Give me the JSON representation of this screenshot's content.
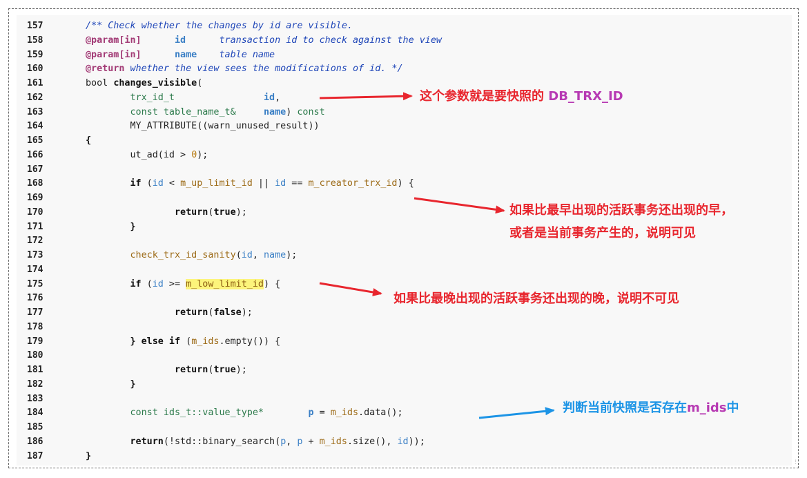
{
  "code": {
    "lines": [
      {
        "num": "157",
        "tokens": [
          [
            "/** Check whether the changes by id are visible.",
            "comment"
          ]
        ]
      },
      {
        "num": "158",
        "tokens": [
          [
            "@param[in]",
            "tag"
          ],
          [
            "      ",
            "plain"
          ],
          [
            "id",
            "param"
          ],
          [
            "      transaction id to check against the view",
            "comment"
          ]
        ]
      },
      {
        "num": "159",
        "tokens": [
          [
            "@param[in]",
            "tag"
          ],
          [
            "      ",
            "plain"
          ],
          [
            "name",
            "param"
          ],
          [
            "    table name",
            "comment"
          ]
        ]
      },
      {
        "num": "160",
        "tokens": [
          [
            "@return",
            "tag"
          ],
          [
            " whether the view sees the modifications of id. */",
            "comment"
          ]
        ]
      },
      {
        "num": "161",
        "tokens": [
          [
            "bool ",
            "plain"
          ],
          [
            "changes_visible",
            "fn"
          ],
          [
            "(",
            "plain"
          ]
        ]
      },
      {
        "num": "162",
        "tokens": [
          [
            "        ",
            "plain"
          ],
          [
            "trx_id_t",
            "type"
          ],
          [
            "                ",
            "plain"
          ],
          [
            "id",
            "param"
          ],
          [
            ",",
            "plain"
          ]
        ]
      },
      {
        "num": "163",
        "tokens": [
          [
            "        ",
            "plain"
          ],
          [
            "const table_name_t&",
            "type"
          ],
          [
            "     ",
            "plain"
          ],
          [
            "name",
            "param"
          ],
          [
            ") ",
            "plain"
          ],
          [
            "const",
            "type"
          ]
        ]
      },
      {
        "num": "164",
        "tokens": [
          [
            "        ",
            "plain"
          ],
          [
            "MY_ATTRIBUTE((warn_unused_result))",
            "plain"
          ]
        ]
      },
      {
        "num": "165",
        "tokens": [
          [
            "{",
            "kw"
          ]
        ]
      },
      {
        "num": "166",
        "tokens": [
          [
            "        ",
            "plain"
          ],
          [
            "ut_ad(id > ",
            "plain"
          ],
          [
            "0",
            "num"
          ],
          [
            ");",
            "plain"
          ]
        ]
      },
      {
        "num": "167",
        "tokens": []
      },
      {
        "num": "168",
        "tokens": [
          [
            "        ",
            "plain"
          ],
          [
            "if",
            "kw"
          ],
          [
            " (",
            "plain"
          ],
          [
            "id",
            "var"
          ],
          [
            " < ",
            "plain"
          ],
          [
            "m_up_limit_id",
            "member"
          ],
          [
            " || ",
            "plain"
          ],
          [
            "id",
            "var"
          ],
          [
            " == ",
            "plain"
          ],
          [
            "m_creator_trx_id",
            "member"
          ],
          [
            ") {",
            "plain"
          ]
        ]
      },
      {
        "num": "169",
        "tokens": []
      },
      {
        "num": "170",
        "tokens": [
          [
            "                ",
            "plain"
          ],
          [
            "return",
            "kw"
          ],
          [
            "(",
            "plain"
          ],
          [
            "true",
            "kw"
          ],
          [
            ");",
            "plain"
          ]
        ]
      },
      {
        "num": "171",
        "tokens": [
          [
            "        ",
            "plain"
          ],
          [
            "}",
            "kw"
          ]
        ]
      },
      {
        "num": "172",
        "tokens": []
      },
      {
        "num": "173",
        "tokens": [
          [
            "        ",
            "plain"
          ],
          [
            "check_trx_id_sanity",
            "member"
          ],
          [
            "(",
            "plain"
          ],
          [
            "id",
            "var"
          ],
          [
            ", ",
            "plain"
          ],
          [
            "name",
            "var"
          ],
          [
            ");",
            "plain"
          ]
        ]
      },
      {
        "num": "174",
        "tokens": []
      },
      {
        "num": "175",
        "tokens": [
          [
            "        ",
            "plain"
          ],
          [
            "if",
            "kw"
          ],
          [
            " (",
            "plain"
          ],
          [
            "id",
            "var"
          ],
          [
            " >= ",
            "plain"
          ],
          [
            "m_low_limit_id",
            "hl"
          ],
          [
            ") {",
            "plain"
          ]
        ]
      },
      {
        "num": "176",
        "tokens": []
      },
      {
        "num": "177",
        "tokens": [
          [
            "                ",
            "plain"
          ],
          [
            "return",
            "kw"
          ],
          [
            "(",
            "plain"
          ],
          [
            "false",
            "kw"
          ],
          [
            ");",
            "plain"
          ]
        ]
      },
      {
        "num": "178",
        "tokens": []
      },
      {
        "num": "179",
        "tokens": [
          [
            "        ",
            "plain"
          ],
          [
            "} ",
            "kw"
          ],
          [
            "else if",
            "kw"
          ],
          [
            " (",
            "plain"
          ],
          [
            "m_ids",
            "member"
          ],
          [
            ".empty()) {",
            "plain"
          ]
        ]
      },
      {
        "num": "180",
        "tokens": []
      },
      {
        "num": "181",
        "tokens": [
          [
            "                ",
            "plain"
          ],
          [
            "return",
            "kw"
          ],
          [
            "(",
            "plain"
          ],
          [
            "true",
            "kw"
          ],
          [
            ");",
            "plain"
          ]
        ]
      },
      {
        "num": "182",
        "tokens": [
          [
            "        ",
            "plain"
          ],
          [
            "}",
            "kw"
          ]
        ]
      },
      {
        "num": "183",
        "tokens": []
      },
      {
        "num": "184",
        "tokens": [
          [
            "        ",
            "plain"
          ],
          [
            "const ids_t::value_type*",
            "type"
          ],
          [
            "        ",
            "plain"
          ],
          [
            "p",
            "param"
          ],
          [
            " = ",
            "plain"
          ],
          [
            "m_ids",
            "member"
          ],
          [
            ".data();",
            "plain"
          ]
        ]
      },
      {
        "num": "185",
        "tokens": []
      },
      {
        "num": "186",
        "tokens": [
          [
            "        ",
            "plain"
          ],
          [
            "return",
            "kw"
          ],
          [
            "(!std::binary_search(",
            "plain"
          ],
          [
            "p",
            "var"
          ],
          [
            ", ",
            "plain"
          ],
          [
            "p",
            "var"
          ],
          [
            " + ",
            "plain"
          ],
          [
            "m_ids",
            "member"
          ],
          [
            ".size(), ",
            "plain"
          ],
          [
            "id",
            "var"
          ],
          [
            "));",
            "plain"
          ]
        ]
      },
      {
        "num": "187",
        "tokens": [
          [
            "}",
            "kw"
          ]
        ]
      }
    ]
  },
  "annotations": {
    "a1_text": "这个参数就是要快照的 ",
    "a1_highlight": "DB_TRX_ID",
    "a2_line1": "如果比最早出现的活跃事务还出现的早，",
    "a2_line2": "或者是当前事务产生的，说明可见",
    "a3_text": "如果比最晚出现的活跃事务还出现的晚，说明不可见",
    "a4_text": "判断当前快照是否存在",
    "a4_highlight": "m_ids",
    "a4_tail": "中"
  },
  "colors": {
    "annotation_red": "#e8262e",
    "annotation_blue": "#1c94e6",
    "annotation_purple": "#b73ab3",
    "highlight_yellow": "#fcf47b"
  }
}
